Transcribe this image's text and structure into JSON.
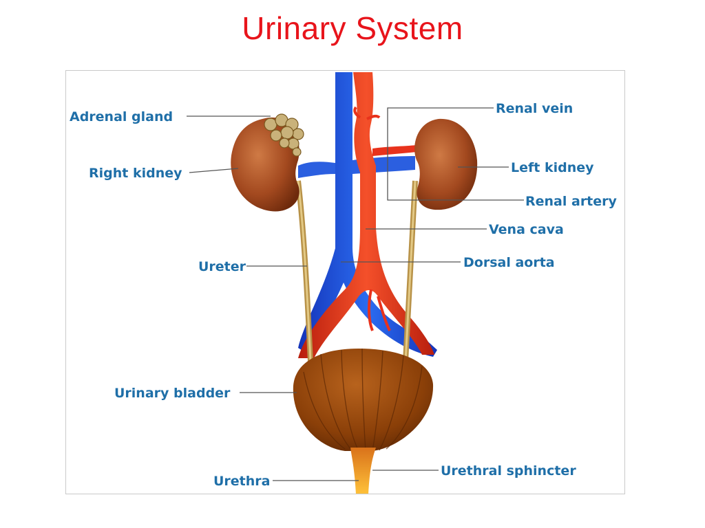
{
  "title": "Urinary System",
  "labels": {
    "adrenal_gland": "Adrenal gland",
    "right_kidney": "Right kidney",
    "ureter": "Ureter",
    "urinary_bladder": "Urinary bladder",
    "urethra": "Urethra",
    "renal_vein": "Renal vein",
    "left_kidney": "Left kidney",
    "renal_artery": "Renal artery",
    "vena_cava": "Vena cava",
    "dorsal_aorta": "Dorsal aorta",
    "urethral_sphincter": "Urethral sphincter"
  },
  "colors": {
    "title": "#e8141b",
    "label": "#1f6fa8",
    "vein": "#1f49d8",
    "artery": "#e8321c",
    "kidney": "#a3491f",
    "bladder": "#8a3f08",
    "adrenal": "#c9b27a",
    "ureter": "#c9a55a",
    "urethra": "#f09a20"
  }
}
